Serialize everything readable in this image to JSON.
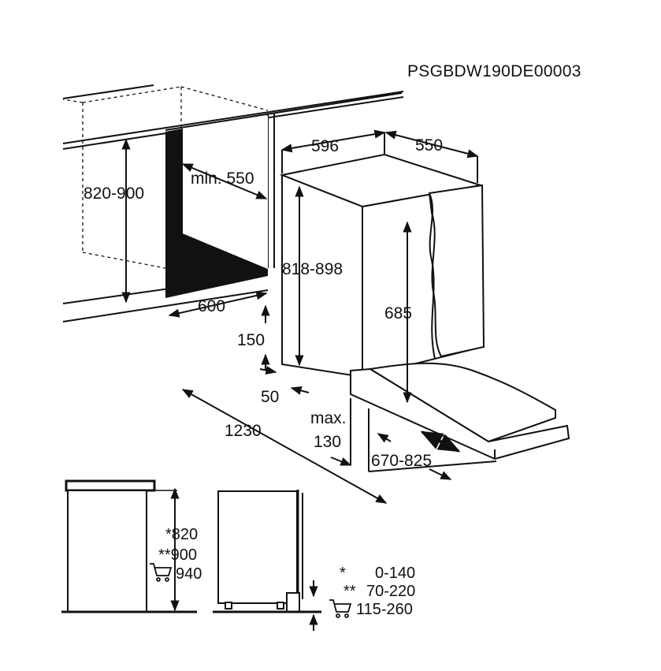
{
  "model_code": "PSGBDW190DE00003",
  "dimensions": {
    "niche_height": "820-900",
    "niche_depth_min": "min. 550",
    "niche_width": "600",
    "appliance_width": "596",
    "appliance_depth": "550",
    "appliance_height": "818-898",
    "door_panel_height": "685",
    "plinth_height": "150",
    "plinth_depth": "50",
    "door_open_depth": "1230",
    "max_label": "max.",
    "max_value": "130",
    "door_travel": "670-825"
  },
  "install_heights": {
    "h820": "*820",
    "h900": "**900",
    "h940": "940"
  },
  "plinth_ranges": {
    "r1_mark": "*",
    "r1_value": "0-140",
    "r2_mark": "**",
    "r2_value": "70-220",
    "r3_value": "115-260"
  },
  "icons": [
    "cart-icon",
    "cart-icon"
  ]
}
